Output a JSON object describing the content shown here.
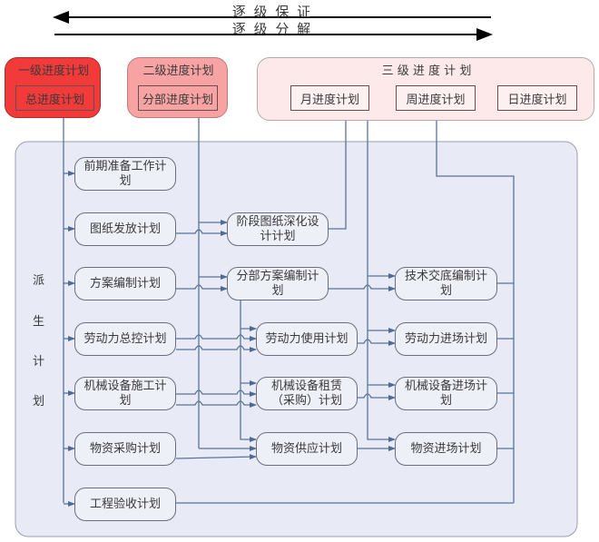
{
  "top_arrows": {
    "upward_label": "逐 级 保 证",
    "downward_label": "逐 级 分 解"
  },
  "levels": {
    "level1": {
      "title": "一级进度计划",
      "plan": "总进度计划",
      "color": "#f23a3a"
    },
    "level2": {
      "title": "二级进度计划",
      "plan": "分部进度计划",
      "color": "#f7a3a3"
    },
    "level3": {
      "title": "三 级 进 度 计 划",
      "plans": [
        "月进度计划",
        "周进度计划",
        "日进度计划"
      ],
      "color": "#fde9e9"
    }
  },
  "derived": {
    "side_label": [
      "派",
      "生",
      "计",
      "划"
    ],
    "color": "#e8ebf6",
    "column1": [
      "前期准备工作计划",
      "图纸发放计划",
      "方案编制计划",
      "劳动力总控计划",
      "机械设备施工计划",
      "物资采购计划",
      "工程验收计划"
    ],
    "column2": [
      "阶段图纸深化设计计划",
      "分部方案编制计划",
      "劳动力使用计划",
      "机械设备租赁（采购）计划",
      "物资供应计划"
    ],
    "column3": [
      "技术交底编制计划",
      "劳动力进场计划",
      "机械设备进场计划",
      "物资进场计划"
    ]
  },
  "line_color": "#5a7398"
}
